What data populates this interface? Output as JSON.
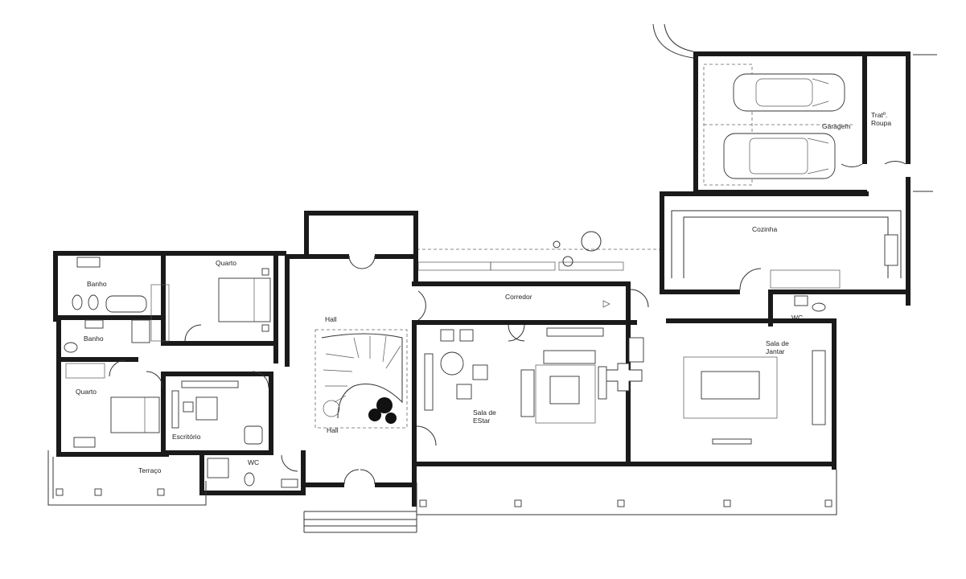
{
  "rooms": {
    "garagem": "Garagem",
    "trat_roupa_1": "Tratº.",
    "trat_roupa_2": "Roupa",
    "cozinha": "Cozinha",
    "corredor": "Corredor",
    "wc_kitchen": "WC",
    "sala_jantar_1": "Sala de",
    "sala_jantar_2": "Jantar",
    "hall_top": "Hall",
    "hall_bottom": "Hall",
    "sala_estar_1": "Sala de",
    "sala_estar_2": "EStar",
    "quarto_top": "Quarto",
    "banho_top": "Banho",
    "banho_bottom": "Banho",
    "quarto_left": "Quarto",
    "escritorio": "Escritório",
    "wc_bottom": "WC",
    "terraco": "Terraço"
  },
  "colors": {
    "wall": "#1a1a1a",
    "line": "#333333",
    "background": "#ffffff"
  }
}
